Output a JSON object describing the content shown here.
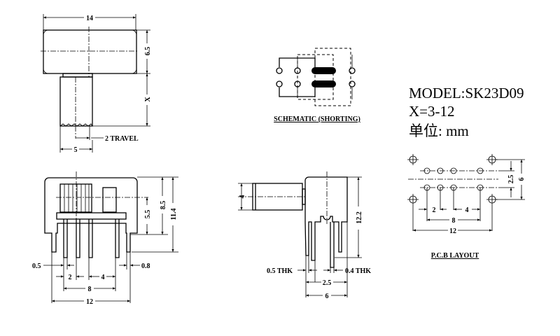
{
  "model": {
    "model_label": "MODEL:SK23D09",
    "x_range": "X=3-12",
    "unit": "单位: mm"
  },
  "top_view": {
    "width": "14",
    "height": "6.5",
    "knob_length": "X",
    "travel": "2 TRAVEL",
    "knob_width": "5"
  },
  "front_view": {
    "d1": "5.5",
    "d2": "8.5",
    "d3": "11.4",
    "pin_w": "0.5",
    "tab_w": "0.8",
    "p1": "2",
    "p2": "4",
    "p3": "8",
    "p4": "12"
  },
  "side_view": {
    "knob_h": "4",
    "height": "12.2",
    "thk1": "0.5 THK",
    "thk2": "0.4 THK",
    "pitch": "2.5",
    "width": "6"
  },
  "schematic": {
    "title": "SCHEMATIC (SHORTING)"
  },
  "pcb": {
    "title": "P.C.B LAYOUT",
    "row_pitch": "2.5",
    "tab_pitch": "6",
    "p1": "2",
    "p2": "4",
    "p3": "8",
    "p4": "12"
  }
}
